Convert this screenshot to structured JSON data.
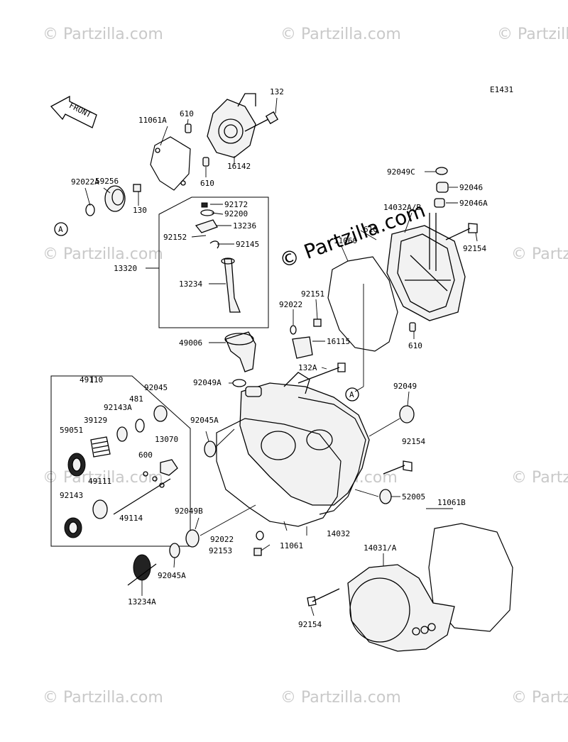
{
  "diagram_code": "E1431",
  "front_label": "FRONT",
  "watermark_small": "© Partzilla.com",
  "watermark_big": "© Partzilla.com",
  "ref_marker": "A",
  "callouts": [
    {
      "id": "c132",
      "text": "132"
    },
    {
      "id": "c11061A",
      "text": "11061A"
    },
    {
      "id": "c610a",
      "text": "610"
    },
    {
      "id": "c610b",
      "text": "610"
    },
    {
      "id": "c16142",
      "text": "16142"
    },
    {
      "id": "c59256",
      "text": "59256"
    },
    {
      "id": "c92022A",
      "text": "92022A"
    },
    {
      "id": "c130",
      "text": "130"
    },
    {
      "id": "c92172",
      "text": "92172"
    },
    {
      "id": "c92200",
      "text": "92200"
    },
    {
      "id": "c13236",
      "text": "13236"
    },
    {
      "id": "c92152",
      "text": "92152"
    },
    {
      "id": "c92145",
      "text": "92145"
    },
    {
      "id": "c13320",
      "text": "13320"
    },
    {
      "id": "c13234",
      "text": "13234"
    },
    {
      "id": "c49006",
      "text": "49006"
    },
    {
      "id": "c92049C",
      "text": "92049C"
    },
    {
      "id": "c92046",
      "text": "92046"
    },
    {
      "id": "c92046A",
      "text": "92046A"
    },
    {
      "id": "c14032AB",
      "text": "14032A/B"
    },
    {
      "id": "c610c",
      "text": "610"
    },
    {
      "id": "c11060",
      "text": "11060"
    },
    {
      "id": "c92154a",
      "text": "92154"
    },
    {
      "id": "c92151",
      "text": "92151"
    },
    {
      "id": "c92022a",
      "text": "92022"
    },
    {
      "id": "c16115",
      "text": "16115"
    },
    {
      "id": "c610d",
      "text": "610"
    },
    {
      "id": "c132A",
      "text": "132A"
    },
    {
      "id": "c92049A",
      "text": "92049A"
    },
    {
      "id": "c49110",
      "text": "49110"
    },
    {
      "id": "c92045a",
      "text": "92045"
    },
    {
      "id": "c481",
      "text": "481"
    },
    {
      "id": "c92143A",
      "text": "92143A"
    },
    {
      "id": "c39129",
      "text": "39129"
    },
    {
      "id": "c59051",
      "text": "59051"
    },
    {
      "id": "c13070",
      "text": "13070"
    },
    {
      "id": "c600",
      "text": "600"
    },
    {
      "id": "c49111",
      "text": "49111"
    },
    {
      "id": "c92143",
      "text": "92143"
    },
    {
      "id": "c49114",
      "text": "49114"
    },
    {
      "id": "c92045A",
      "text": "92045A"
    },
    {
      "id": "c92049",
      "text": "92049"
    },
    {
      "id": "c92154b",
      "text": "92154"
    },
    {
      "id": "c52005",
      "text": "52005"
    },
    {
      "id": "c11061B",
      "text": "11061B"
    },
    {
      "id": "c92049B",
      "text": "92049B"
    },
    {
      "id": "c92022b",
      "text": "92022"
    },
    {
      "id": "c92153",
      "text": "92153"
    },
    {
      "id": "c11061",
      "text": "11061"
    },
    {
      "id": "c14032",
      "text": "14032"
    },
    {
      "id": "c14031A",
      "text": "14031/A"
    },
    {
      "id": "c92045A2",
      "text": "92045A"
    },
    {
      "id": "c13234A",
      "text": "13234A"
    },
    {
      "id": "c92154c",
      "text": "92154"
    }
  ]
}
